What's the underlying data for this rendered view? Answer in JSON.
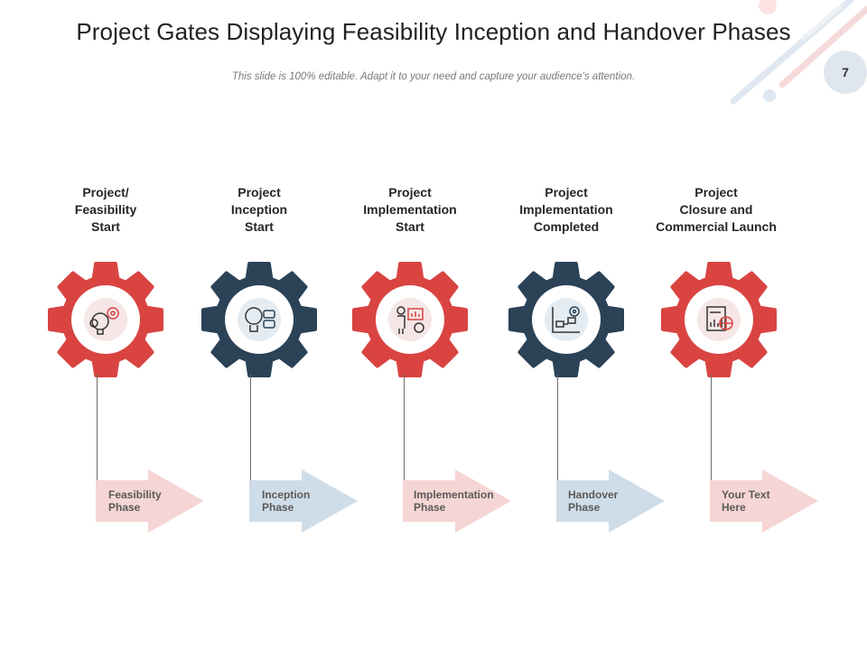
{
  "slide": {
    "title": "Project Gates Displaying Feasibility Inception and Handover Phases",
    "subtitle": "This slide is 100% editable. Adapt it to your need and capture your audience’s attention.",
    "page_number": "7"
  },
  "colors": {
    "red": "#d94441",
    "navy": "#2b4257",
    "pink_arrow": "#f5d6d4",
    "blue_arrow": "#cfdde8",
    "badge": "#dfe6ee"
  },
  "gates": [
    {
      "title": "Project/\nFeasibility\nStart",
      "phase": "Feasibility\nPhase",
      "icon": "idea-gears-icon",
      "gear_color": "red"
    },
    {
      "title": "Project\nInception\nStart",
      "phase": "Inception\nPhase",
      "icon": "lightbulb-chat-icon",
      "gear_color": "navy"
    },
    {
      "title": "Project\nImplementation\nStart",
      "phase": "Implementation\nPhase",
      "icon": "presenter-chart-icon",
      "gear_color": "red"
    },
    {
      "title": "Project\nImplementation\nCompleted",
      "phase": "Handover\nPhase",
      "icon": "flowchart-gear-icon",
      "gear_color": "navy"
    },
    {
      "title": "Project\nClosure and\nCommercial Launch",
      "phase": "Your Text\nHere",
      "icon": "report-globe-icon",
      "gear_color": "red"
    }
  ]
}
